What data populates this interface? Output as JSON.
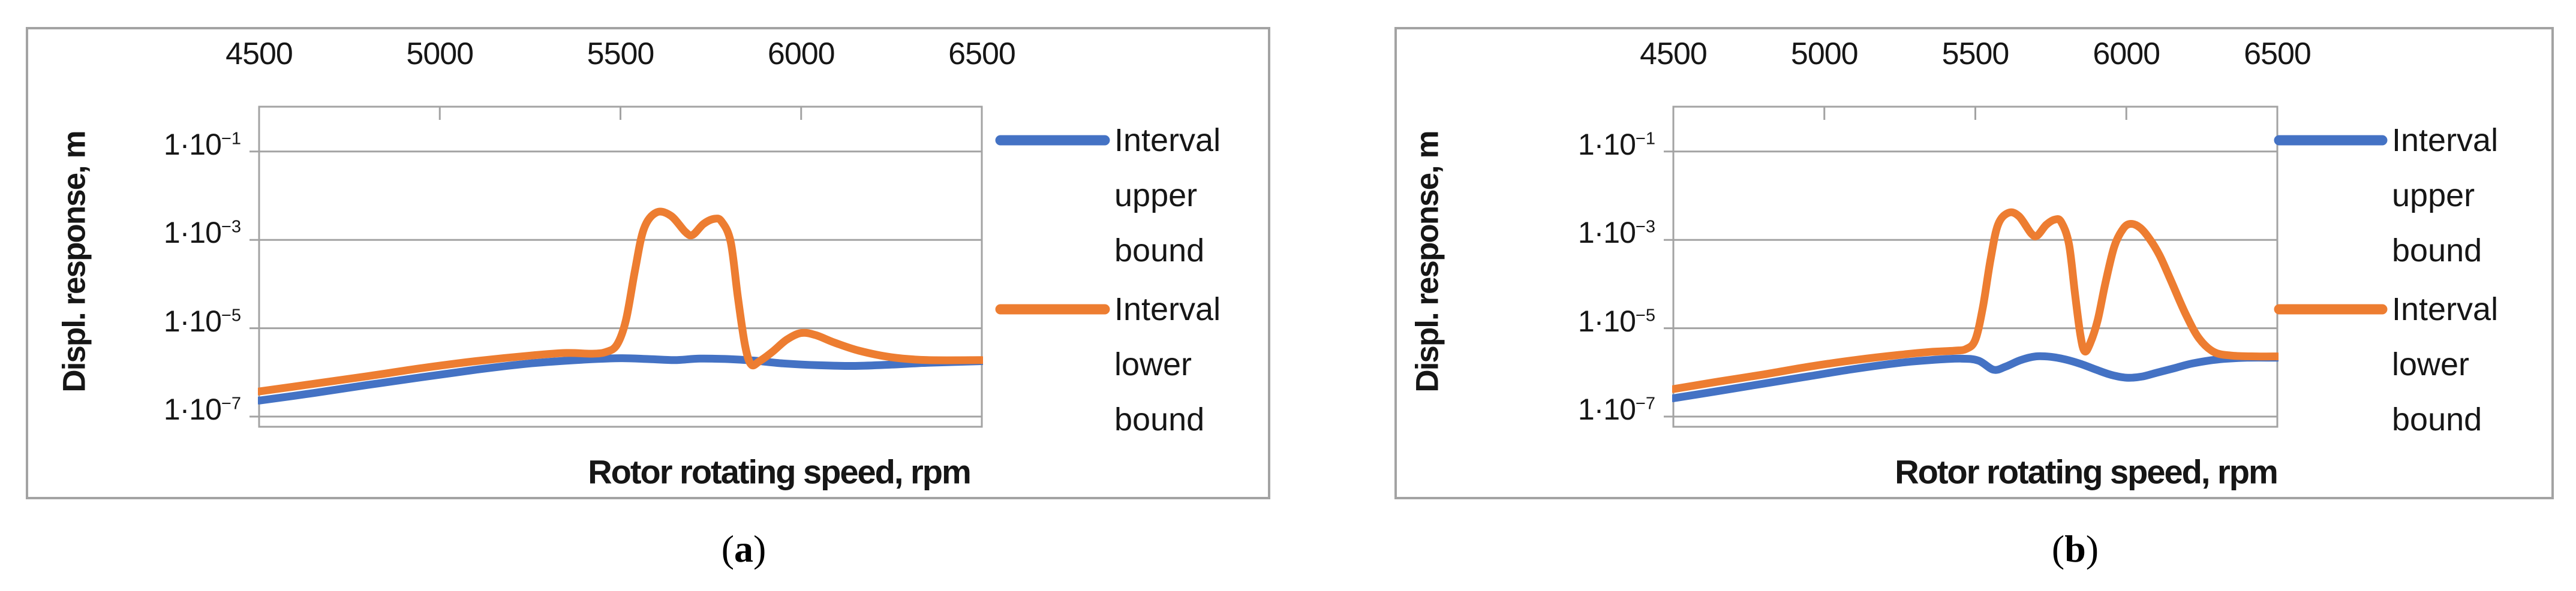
{
  "figure": {
    "captions": [
      {
        "open": "(",
        "letter": "a",
        "close": ")"
      },
      {
        "open": "(",
        "letter": "b",
        "close": ")"
      }
    ]
  },
  "chart_data": [
    {
      "id": "a",
      "type": "line",
      "title": "",
      "xlabel": "Rotor rotating speed, rpm",
      "ylabel": "Displ. response, m",
      "xlim": [
        4500,
        6500
      ],
      "x_ticks": [
        4500,
        5000,
        5500,
        6000,
        6500
      ],
      "yscale": "log",
      "ylim": [
        1e-07,
        1.0
      ],
      "grid": "horizontal-gridlines",
      "legend_position": "right",
      "y_ticks": [
        {
          "base": "1·10",
          "exp": "−1",
          "value": 0.1
        },
        {
          "base": "1·10",
          "exp": "−3",
          "value": 0.001
        },
        {
          "base": "1·10",
          "exp": "−5",
          "value": 1e-05
        },
        {
          "base": "1·10",
          "exp": "−7",
          "value": 1e-07
        }
      ],
      "series": [
        {
          "name": "Interval upper bound",
          "color": "#4472C4",
          "points": [
            [
              4500,
              2.3e-07
            ],
            [
              4650,
              3.4e-07
            ],
            [
              4800,
              5.2e-07
            ],
            [
              4950,
              7.8e-07
            ],
            [
              5100,
              1.15e-06
            ],
            [
              5250,
              1.6e-06
            ],
            [
              5400,
              1.95e-06
            ],
            [
              5500,
              2.1e-06
            ],
            [
              5580,
              2e-06
            ],
            [
              5650,
              1.9e-06
            ],
            [
              5720,
              2.05e-06
            ],
            [
              5800,
              2e-06
            ],
            [
              5870,
              1.85e-06
            ],
            [
              5950,
              1.6e-06
            ],
            [
              6050,
              1.45e-06
            ],
            [
              6150,
              1.4e-06
            ],
            [
              6250,
              1.5e-06
            ],
            [
              6350,
              1.65e-06
            ],
            [
              6500,
              1.8e-06
            ]
          ]
        },
        {
          "name": "Interval lower bound",
          "color": "#ED7D31",
          "points": [
            [
              4500,
              3.7e-07
            ],
            [
              4650,
              5.5e-07
            ],
            [
              4800,
              8.2e-07
            ],
            [
              4950,
              1.25e-06
            ],
            [
              5100,
              1.8e-06
            ],
            [
              5250,
              2.4e-06
            ],
            [
              5350,
              2.75e-06
            ],
            [
              5420,
              2.65e-06
            ],
            [
              5460,
              2.9e-06
            ],
            [
              5490,
              4.2e-06
            ],
            [
              5515,
              1.5e-05
            ],
            [
              5540,
              0.0002
            ],
            [
              5565,
              0.0018
            ],
            [
              5600,
              0.0042
            ],
            [
              5640,
              0.0035
            ],
            [
              5680,
              0.0015
            ],
            [
              5700,
              0.0013
            ],
            [
              5730,
              0.0023
            ],
            [
              5760,
              0.003
            ],
            [
              5780,
              0.0026
            ],
            [
              5805,
              0.0009
            ],
            [
              5825,
              5e-05
            ],
            [
              5845,
              4e-06
            ],
            [
              5862,
              1.5e-06
            ],
            [
              5885,
              1.8e-06
            ],
            [
              5920,
              2.9e-06
            ],
            [
              5960,
              5.5e-06
            ],
            [
              6000,
              7.8e-06
            ],
            [
              6040,
              7e-06
            ],
            [
              6090,
              4.8e-06
            ],
            [
              6160,
              3.1e-06
            ],
            [
              6250,
              2.2e-06
            ],
            [
              6350,
              1.9e-06
            ],
            [
              6500,
              1.9e-06
            ]
          ]
        }
      ]
    },
    {
      "id": "b",
      "type": "line",
      "title": "",
      "xlabel": "Rotor rotating speed, rpm",
      "ylabel": "Displ. response, m",
      "xlim": [
        4500,
        6500
      ],
      "x_ticks": [
        4500,
        5000,
        5500,
        6000,
        6500
      ],
      "yscale": "log",
      "ylim": [
        1e-07,
        1.0
      ],
      "grid": "horizontal-gridlines",
      "legend_position": "right",
      "y_ticks": [
        {
          "base": "1·10",
          "exp": "−1",
          "value": 0.1
        },
        {
          "base": "1·10",
          "exp": "−3",
          "value": 0.001
        },
        {
          "base": "1·10",
          "exp": "−5",
          "value": 1e-05
        },
        {
          "base": "1·10",
          "exp": "−7",
          "value": 1e-07
        }
      ],
      "series": [
        {
          "name": "Interval upper bound",
          "color": "#4472C4",
          "points": [
            [
              4500,
              2.6e-07
            ],
            [
              4650,
              3.8e-07
            ],
            [
              4800,
              5.6e-07
            ],
            [
              4950,
              8.2e-07
            ],
            [
              5100,
              1.2e-06
            ],
            [
              5250,
              1.65e-06
            ],
            [
              5350,
              1.9e-06
            ],
            [
              5450,
              2.05e-06
            ],
            [
              5510,
              1.85e-06
            ],
            [
              5560,
              1.15e-06
            ],
            [
              5600,
              1.35e-06
            ],
            [
              5650,
              1.9e-06
            ],
            [
              5700,
              2.3e-06
            ],
            [
              5750,
              2.25e-06
            ],
            [
              5800,
              1.95e-06
            ],
            [
              5850,
              1.55e-06
            ],
            [
              5900,
              1.15e-06
            ],
            [
              5950,
              8.8e-07
            ],
            [
              6000,
              7.6e-07
            ],
            [
              6050,
              8e-07
            ],
            [
              6100,
              9.8e-07
            ],
            [
              6160,
              1.25e-06
            ],
            [
              6220,
              1.6e-06
            ],
            [
              6300,
              1.95e-06
            ],
            [
              6400,
              2.15e-06
            ],
            [
              6500,
              2.15e-06
            ]
          ]
        },
        {
          "name": "Interval lower bound",
          "color": "#ED7D31",
          "points": [
            [
              4500,
              4.2e-07
            ],
            [
              4650,
              6.2e-07
            ],
            [
              4800,
              9e-07
            ],
            [
              4950,
              1.35e-06
            ],
            [
              5100,
              1.9e-06
            ],
            [
              5250,
              2.5e-06
            ],
            [
              5350,
              2.9e-06
            ],
            [
              5430,
              3.1e-06
            ],
            [
              5470,
              3.4e-06
            ],
            [
              5500,
              5.5e-06
            ],
            [
              5525,
              3e-05
            ],
            [
              5550,
              0.00035
            ],
            [
              5575,
              0.0022
            ],
            [
              5610,
              0.0041
            ],
            [
              5645,
              0.0034
            ],
            [
              5685,
              0.0014
            ],
            [
              5705,
              0.00125
            ],
            [
              5735,
              0.0022
            ],
            [
              5765,
              0.0029
            ],
            [
              5785,
              0.0025
            ],
            [
              5810,
              0.0008
            ],
            [
              5830,
              6e-05
            ],
            [
              5848,
              7e-06
            ],
            [
              5862,
              3e-06
            ],
            [
              5880,
              4.5e-06
            ],
            [
              5905,
              1.5e-05
            ],
            [
              5930,
              0.0001
            ],
            [
              5960,
              0.0007
            ],
            [
              5990,
              0.0018
            ],
            [
              6015,
              0.0023
            ],
            [
              6045,
              0.0019
            ],
            [
              6075,
              0.0011
            ],
            [
              6110,
              0.00045
            ],
            [
              6150,
              0.00011
            ],
            [
              6195,
              2.2e-05
            ],
            [
              6240,
              6e-06
            ],
            [
              6290,
              2.9e-06
            ],
            [
              6350,
              2.4e-06
            ],
            [
              6430,
              2.3e-06
            ],
            [
              6500,
              2.3e-06
            ]
          ]
        }
      ]
    }
  ]
}
